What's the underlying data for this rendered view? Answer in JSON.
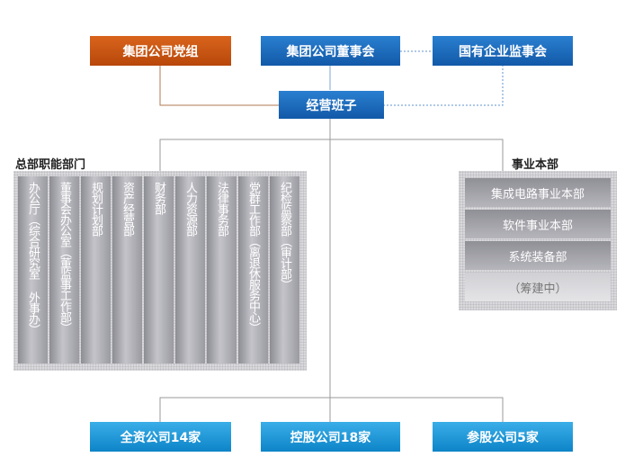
{
  "top": {
    "party_group": "集团公司党组",
    "board": "集团公司董事会",
    "supervisory_board": "国有企业监事会"
  },
  "management": "经营班子",
  "hq": {
    "title": "总部职能部门",
    "departments": [
      "办公厅（综合研究室 外事办）",
      "董事会办公室（董监事工作部）",
      "规划计划部",
      "资产经营部",
      "财务部",
      "人力资源部",
      "法律事务部",
      "党群工作部（离退休服务中心）",
      "纪检监察部（审计部）"
    ]
  },
  "business": {
    "title": "事业本部",
    "units": [
      "集成电路事业本部",
      "软件事业本部",
      "系统装备部",
      "（筹建中）"
    ]
  },
  "subsidiaries": [
    "全资公司14家",
    "控股公司18家",
    "参股公司5家"
  ],
  "colors": {
    "orange": "#c8530f",
    "navy": "#1a66b8",
    "cyan": "#1596d8",
    "line": "#9a9a9a"
  }
}
